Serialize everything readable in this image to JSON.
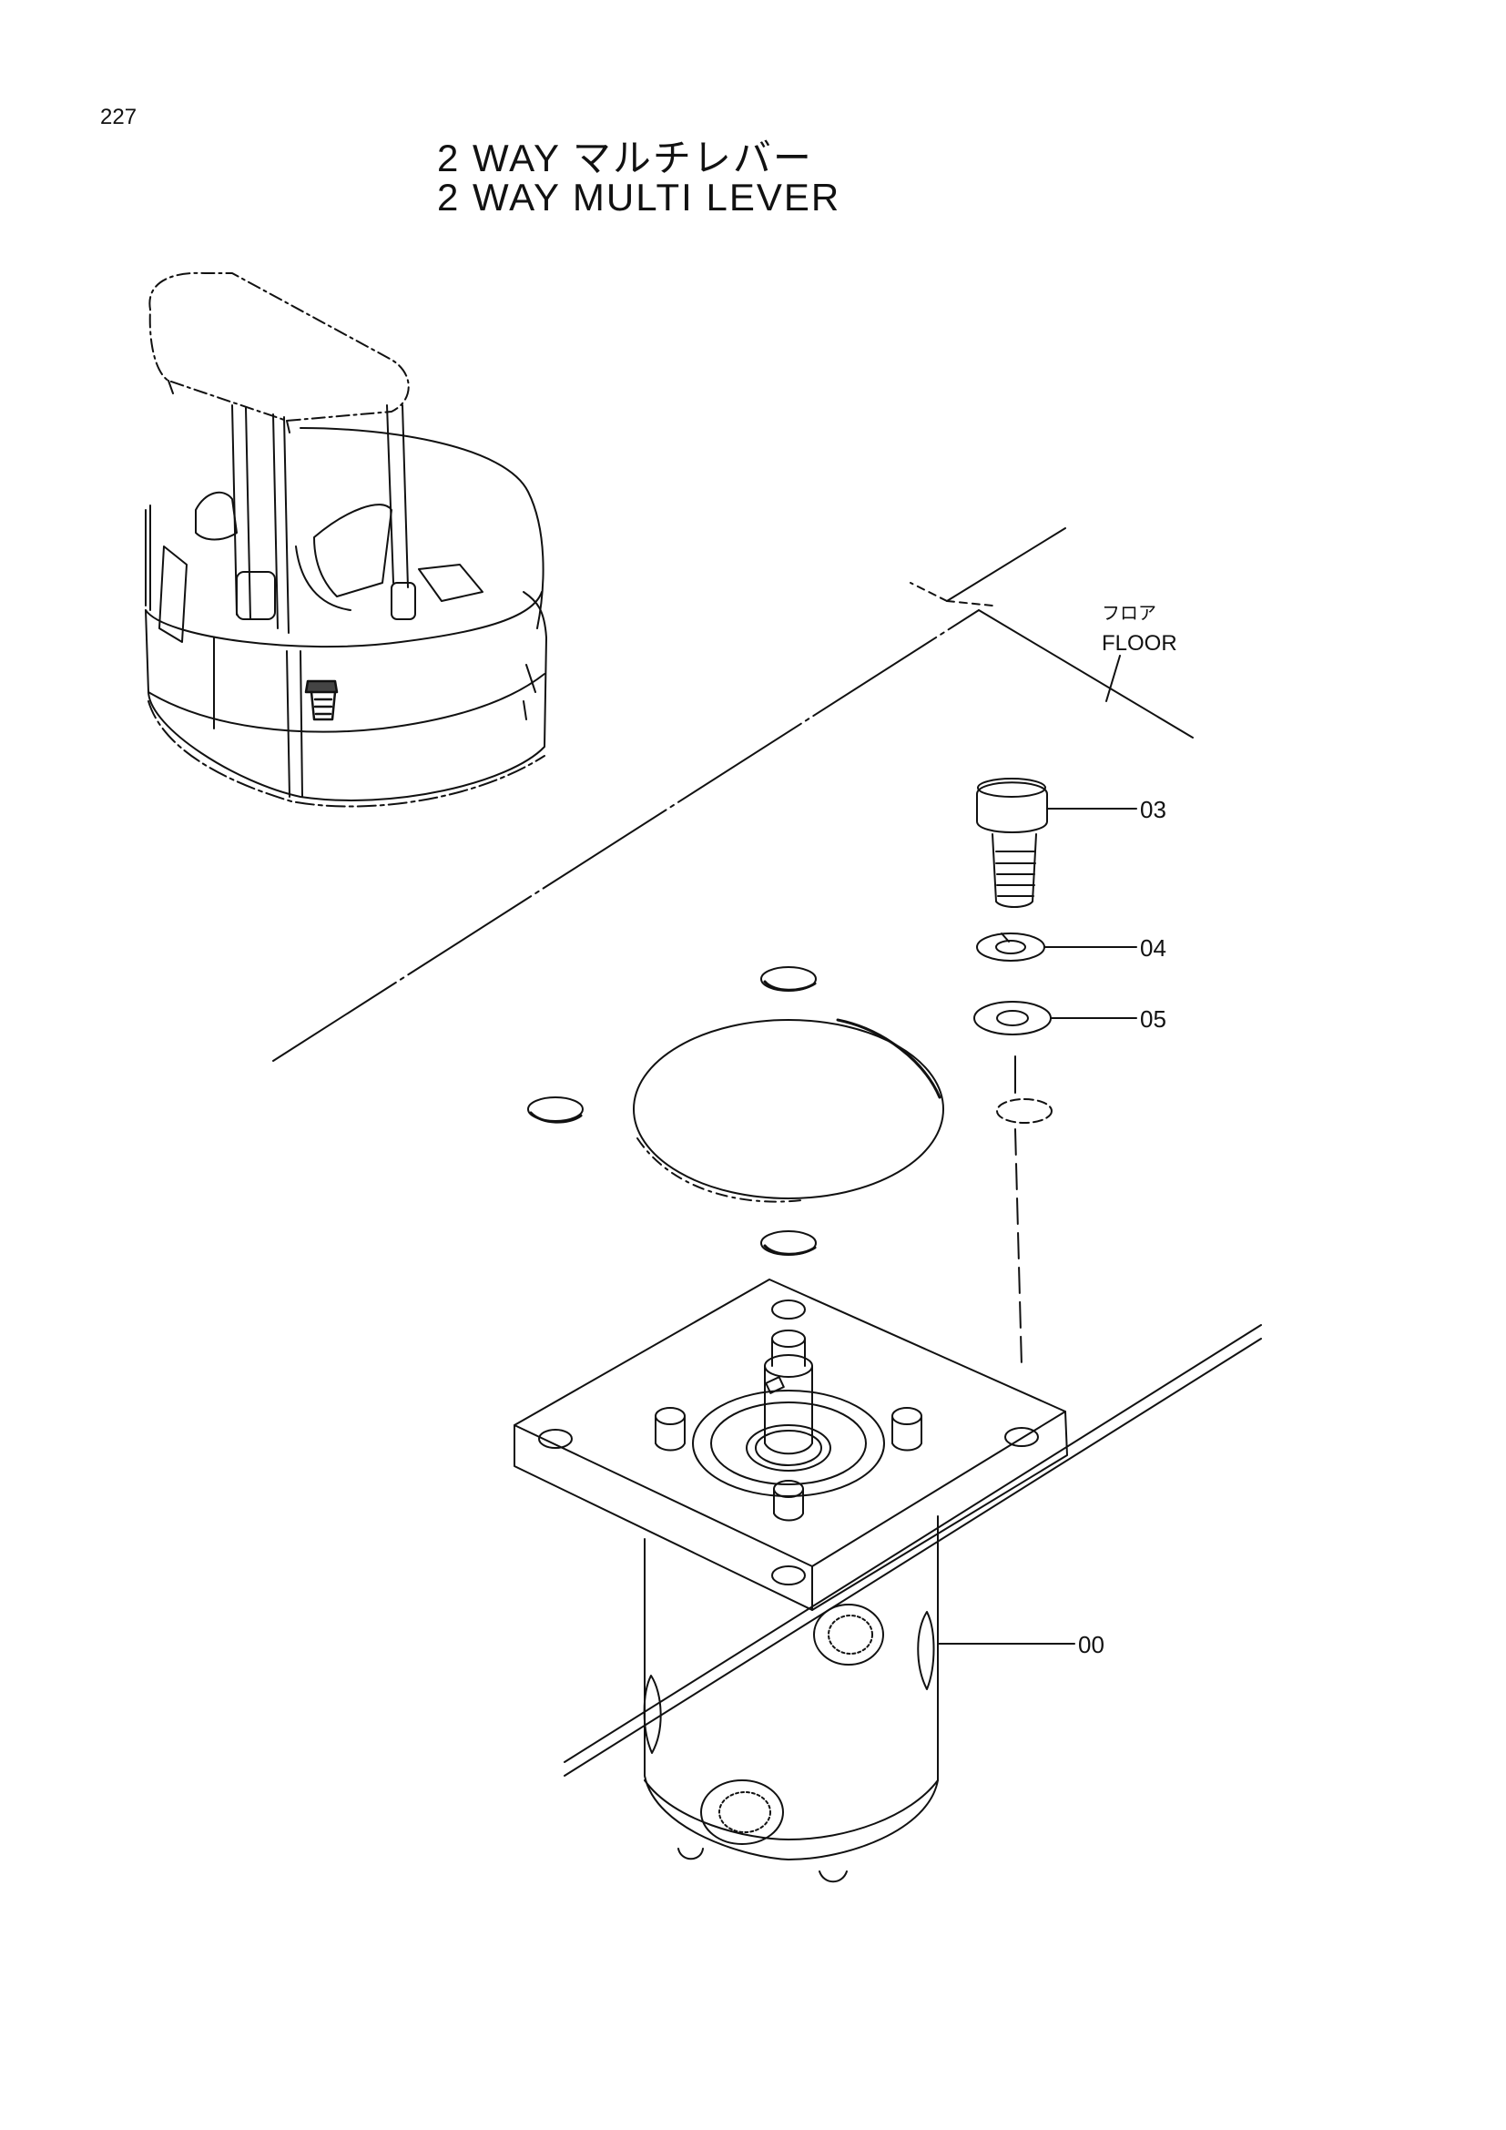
{
  "page_number": "227",
  "title_jp": "2 WAY マルチレバー",
  "title_en": "2 WAY MULTI LEVER",
  "floor_label_jp": "フロア",
  "floor_label_en": "FLOOR",
  "callouts": [
    "03",
    "04",
    "05",
    "00"
  ]
}
